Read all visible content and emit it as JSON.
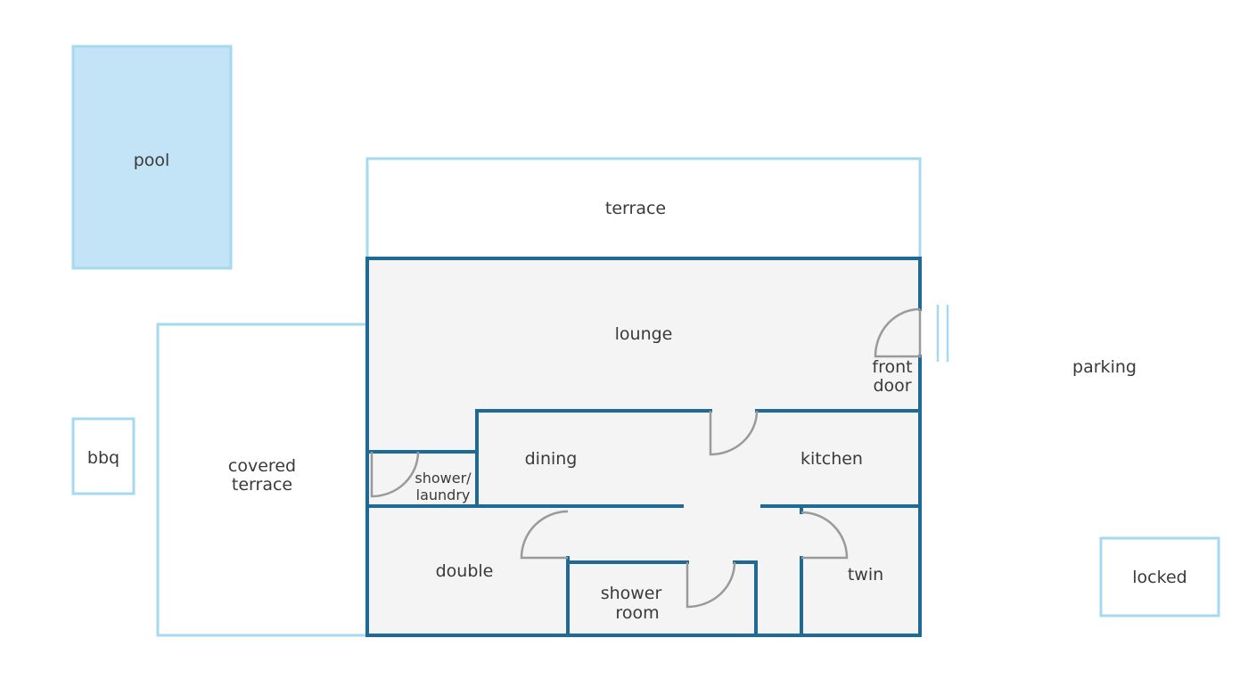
{
  "colors": {
    "wall": "#1f6a94",
    "outdoor_outline": "#a6d8f2",
    "pool_fill": "#c3e4f7",
    "floor_fill": "#f4f4f4",
    "door_swing": "#9a9a9a",
    "text": "#3a3a3a"
  },
  "labels": {
    "pool": "pool",
    "terrace": "terrace",
    "lounge": "lounge",
    "front_door_1": "front",
    "front_door_2": "door",
    "parking": "parking",
    "bbq": "bbq",
    "covered_terrace_1": "covered",
    "covered_terrace_2": "terrace",
    "dining": "dining",
    "kitchen": "kitchen",
    "shower_laundry_1": "shower/",
    "shower_laundry_2": "laundry",
    "double": "double",
    "shower_room_1": "shower",
    "shower_room_2": "room",
    "twin": "twin",
    "locked": "locked"
  }
}
